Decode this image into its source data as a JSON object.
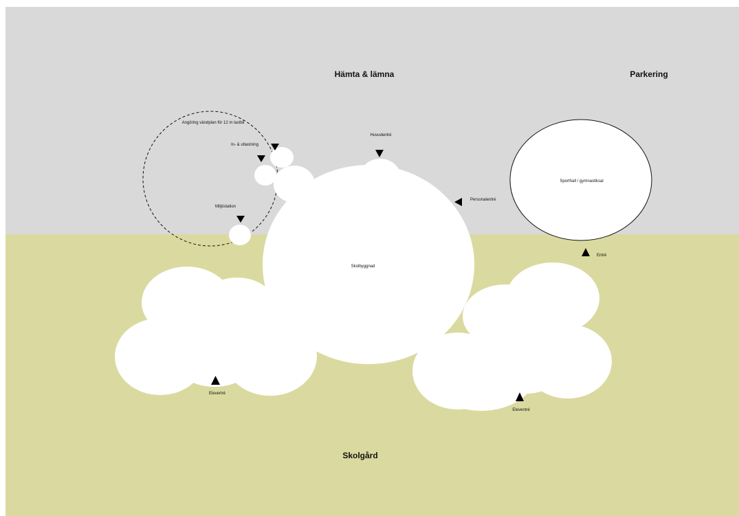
{
  "labels": {
    "pickup_dropoff": "Hämta & lämna",
    "parking": "Parkering",
    "schoolyard": "Skolgård",
    "turning_area": "Angöring vändplan för 12 m lastbil",
    "loading": "In- & utlastning",
    "recycling": "Miljöstation",
    "main_entrance": "Huvudentré",
    "staff_entrance": "Personalentré",
    "school_building": "Skolbyggnad",
    "sports_hall": "Sporthall / gymnastiksal",
    "entrance": "Entré",
    "student_entrance_left": "Elevertré",
    "student_entrance_right": "Eleventré"
  },
  "colors": {
    "upper_zone": "#d9d9d9",
    "lower_zone": "#dadaa0",
    "building": "#ffffff",
    "outline": "#111111",
    "arrow": "#000000"
  },
  "icons": {
    "entrance_marker": "triangle-arrow-icon"
  }
}
